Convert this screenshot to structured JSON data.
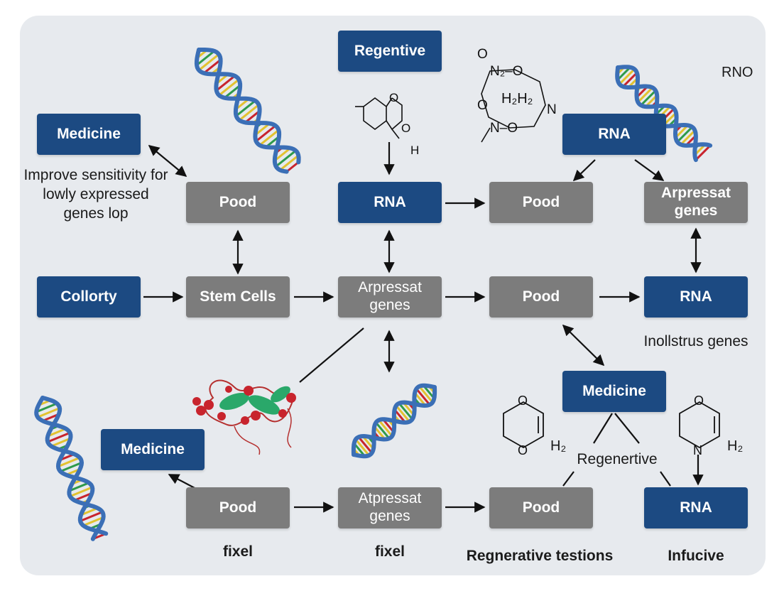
{
  "nodes": {
    "regentive": "Regentive",
    "medicine_top": "Medicine",
    "rna_top_right": "RNA",
    "pood_1": "Pood",
    "rna_mid": "RNA",
    "pood_2": "Pood",
    "arpressat_top": "Arpressat genes",
    "collorty": "Collorty",
    "stem_cells": "Stem Cells",
    "arpressat_center": "Arpressat genes",
    "pood_center": "Pood",
    "rna_right": "RNA",
    "medicine_mid_right": "Medicine",
    "medicine_bottom_left": "Medicine",
    "pood_bottom_left": "Pood",
    "atpressat": "Atpressat genes",
    "pood_bottom": "Pood",
    "rna_bottom": "RNA"
  },
  "labels": {
    "sensitivity_note": "Improve sensitivity for lowly expressed genes lop",
    "inollstrus": "Inollstrus genes",
    "regenertive": "Regenertive",
    "rno": "RNO",
    "h2_left": "H₂",
    "h2_right": "H₂",
    "mol_h": "H",
    "mol_o": "O",
    "mol_n2o": "N₂–O",
    "mol_h2h2": "H₂H₂",
    "mol_o_left": "O",
    "mol_n_right": "N",
    "mol_no": "N–O"
  },
  "captions": {
    "fixel_left": "fixel",
    "fixel_center": "fixel",
    "regnerative_testions": "Regnerative testions",
    "infucive": "Infucive"
  },
  "colors": {
    "node_blue": "#1c4a82",
    "node_gray": "#7c7c7c",
    "background": "#e7eaee",
    "dna_backbone": "#3b6fb6",
    "protein_red": "#c8242d",
    "protein_green": "#2aa86a"
  }
}
